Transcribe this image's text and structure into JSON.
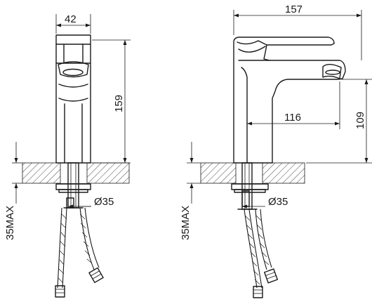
{
  "dimensions": {
    "front_width": "42",
    "front_height": "159",
    "front_hole_diameter": "Ø35",
    "front_max_thickness": "35MAX",
    "side_width": "157",
    "side_reach": "116",
    "side_spout_height": "109",
    "side_hole_diameter": "Ø35",
    "side_max_thickness": "35MAX"
  }
}
